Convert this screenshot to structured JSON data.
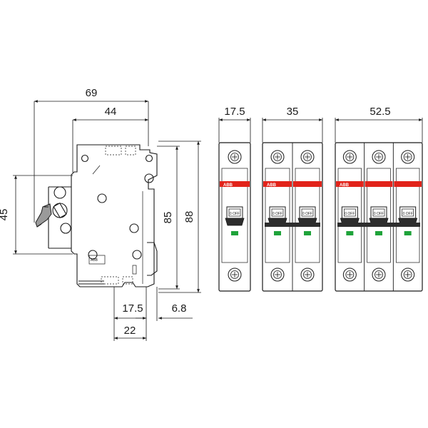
{
  "dimensions": {
    "width_total": "69",
    "width_44": "44",
    "height_45": "45",
    "height_85": "85",
    "height_88": "88",
    "bottom_17_5": "17.5",
    "bottom_6_8": "6.8",
    "bottom_22": "22"
  },
  "front_widths": {
    "one_pole": "17.5",
    "two_pole": "35",
    "three_pole": "52.5"
  },
  "brand": "ABB",
  "switch_text": "0 OFF",
  "colors": {
    "line": "#1a1a1a",
    "brand_band": "#e2231a",
    "indicator": "#1fa33a",
    "toggle": "#2d2d2d"
  }
}
